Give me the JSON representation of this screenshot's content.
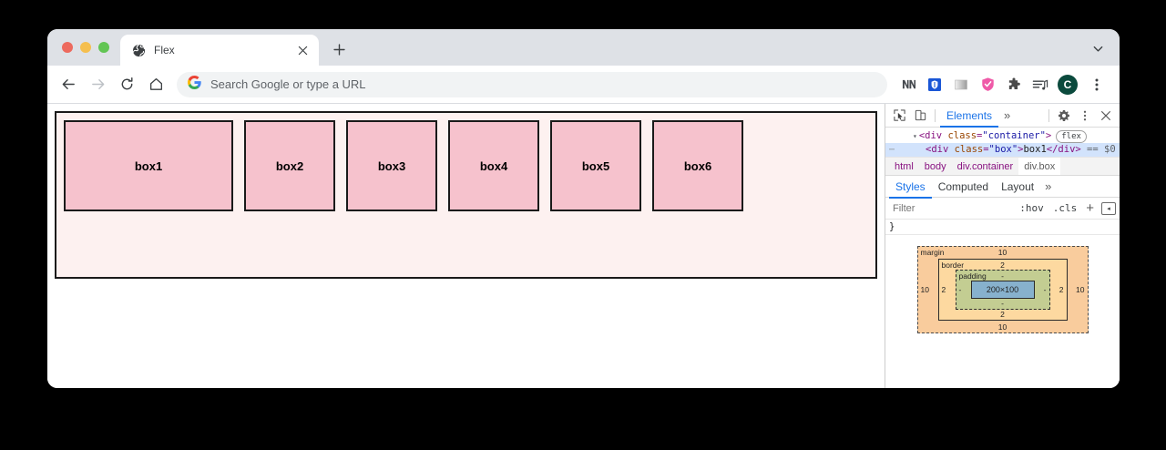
{
  "window": {
    "traffic_lights": [
      "close",
      "minimize",
      "maximize"
    ],
    "tabstrip_chevron": "chevron-down"
  },
  "tab": {
    "title": "Flex",
    "favicon": "globe-icon",
    "close_label": "×",
    "new_tab_label": "+"
  },
  "toolbar": {
    "back": "←",
    "forward": "→",
    "reload": "↻",
    "home": "⌂",
    "omnibox_placeholder": "Search Google or type a URL",
    "omnibox_value": "",
    "search_engine_icon": "google-g-icon",
    "extensions": [
      {
        "name": "news-extension-icon",
        "glyph": "ⅡⅡ"
      },
      {
        "name": "shield-extension-icon",
        "glyph": "⛨"
      },
      {
        "name": "gray-extension-icon",
        "glyph": ""
      },
      {
        "name": "pink-shield-extension-icon",
        "glyph": "✓"
      },
      {
        "name": "puzzle-extensions-icon",
        "glyph": "❖"
      },
      {
        "name": "media-playlist-icon",
        "glyph": "♫"
      }
    ],
    "avatar_initial": "C",
    "avatar_color": "#0b4a3d",
    "menu": "⋮"
  },
  "page": {
    "container_class": "container",
    "container_bg": "#fdf1f0",
    "box_bg": "#f6c2cd",
    "box_border": "#1a1a1a",
    "boxes": [
      {
        "label": "box1",
        "wide": true
      },
      {
        "label": "box2",
        "wide": false
      },
      {
        "label": "box3",
        "wide": false
      },
      {
        "label": "box4",
        "wide": false
      },
      {
        "label": "box5",
        "wide": false
      },
      {
        "label": "box6",
        "wide": false
      }
    ]
  },
  "devtools": {
    "toolbar": {
      "inspect_icon": "inspect-cursor-icon",
      "device_icon": "device-toggle-icon",
      "tab_elements": "Elements",
      "more_tabs": "»",
      "settings_icon": "gear-icon",
      "kebab_icon": "more-vertical-icon",
      "close_icon": "close-icon"
    },
    "dom": {
      "rows": [
        {
          "gutter": "",
          "indent": 1,
          "triangle": "▾",
          "open": "<div ",
          "attr_name": "class",
          "eq": "=",
          "attr_value": "\"container\"",
          "close": ">",
          "badge": "flex",
          "text": "",
          "end_tag": "",
          "selected_marker": ""
        },
        {
          "gutter": "⋯",
          "indent": 2,
          "triangle": "",
          "open": "<div ",
          "attr_name": "class",
          "eq": "=",
          "attr_value": "\"box\"",
          "close": ">",
          "badge": "",
          "text": "box1",
          "end_tag": "</div>",
          "selected_marker": "== $0"
        }
      ]
    },
    "breadcrumb": [
      "html",
      "body",
      "div.container",
      "div.box"
    ],
    "breadcrumb_active_index": 3,
    "styles_tabs": [
      "Styles",
      "Computed",
      "Layout"
    ],
    "styles_tabs_more": "»",
    "styles_active_tab": "Styles",
    "filter": {
      "placeholder": "Filter",
      "value": "",
      "hov": ":hov",
      "cls": ".cls",
      "plus": "+",
      "sidebar_toggle": "◂"
    },
    "styles_content": "}",
    "box_model": {
      "margin_label": "margin",
      "margin_top": "10",
      "margin_right": "10",
      "margin_bottom": "10",
      "margin_left": "10",
      "border_label": "border",
      "border_top": "2",
      "border_right": "2",
      "border_bottom": "2",
      "border_left": "2",
      "padding_label": "padding",
      "padding_top": "-",
      "padding_right": "-",
      "padding_bottom": "-",
      "padding_left": "-",
      "content_size": "200×100",
      "colors": {
        "margin": "#f9cc9d",
        "border": "#fdd9a0",
        "padding": "#c3cd92",
        "content": "#87b1cd"
      }
    }
  }
}
